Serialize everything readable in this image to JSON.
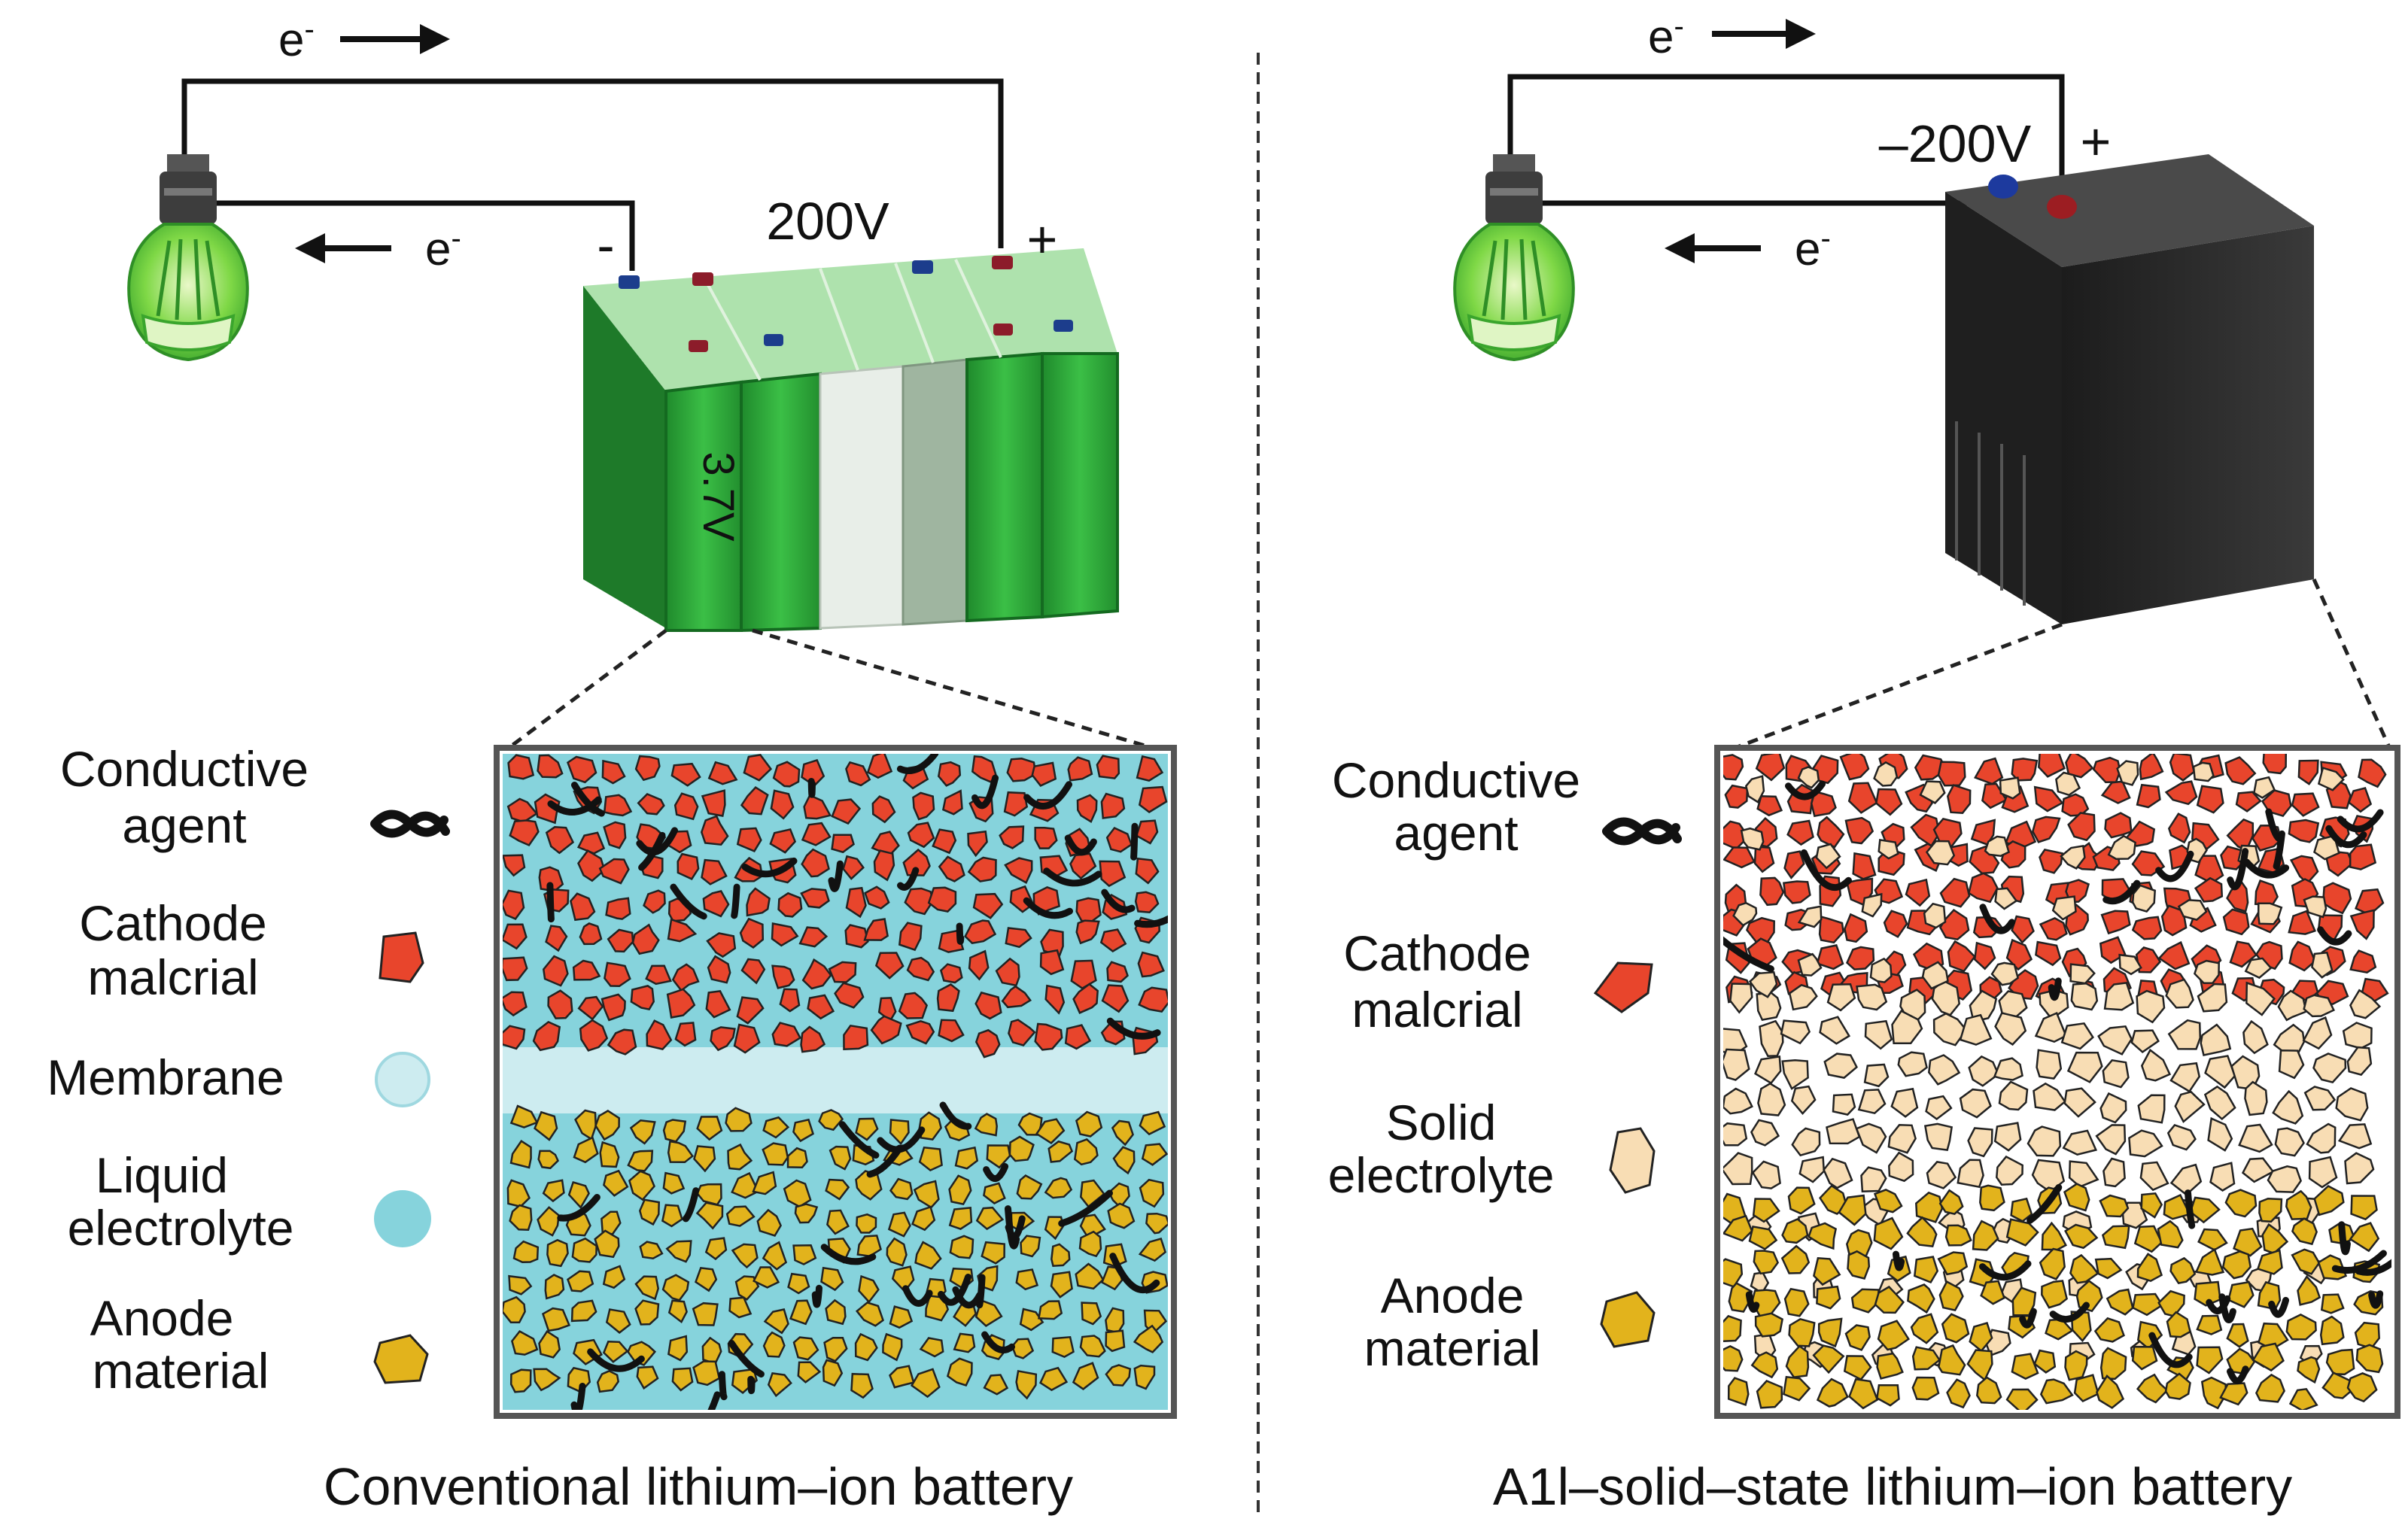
{
  "electron_symbol": "e",
  "electron_charge": "-",
  "left": {
    "caption": "Conventional lithium–ion battery",
    "pack_voltage": "200V",
    "cell_voltage": "3.7V",
    "neg_terminal": "-",
    "pos_terminal": "+",
    "legend": {
      "conductive_agent": [
        "Conductive",
        "agent"
      ],
      "cathode": [
        "Cathode",
        "malcrial"
      ],
      "membrane": [
        "Membrane"
      ],
      "liquid_electrolyte": [
        "Liquid",
        "electrolyte"
      ],
      "anode": [
        "Anode",
        "material"
      ]
    }
  },
  "right": {
    "caption": "A1l–solid–state lithium–ion battery",
    "pack_voltage": "–200V",
    "pos_terminal": "+",
    "legend": {
      "conductive_agent": [
        "Conductive",
        "agent"
      ],
      "cathode": [
        "Cathode",
        "malcrial"
      ],
      "solid_electrolyte": [
        "Solid",
        "electrolyte"
      ],
      "anode": [
        "Anode",
        "material"
      ]
    }
  },
  "colors": {
    "cathode": "#e8452c",
    "anode": "#e2b31c",
    "liquid_electrolyte": "#86d3dc",
    "membrane": "#cdecf0",
    "solid_electrolyte": "#f8ddb4",
    "battery_green": "#2fa53a",
    "battery_dark": "#2b2b2b",
    "bulb_green": "#6bd13f"
  }
}
